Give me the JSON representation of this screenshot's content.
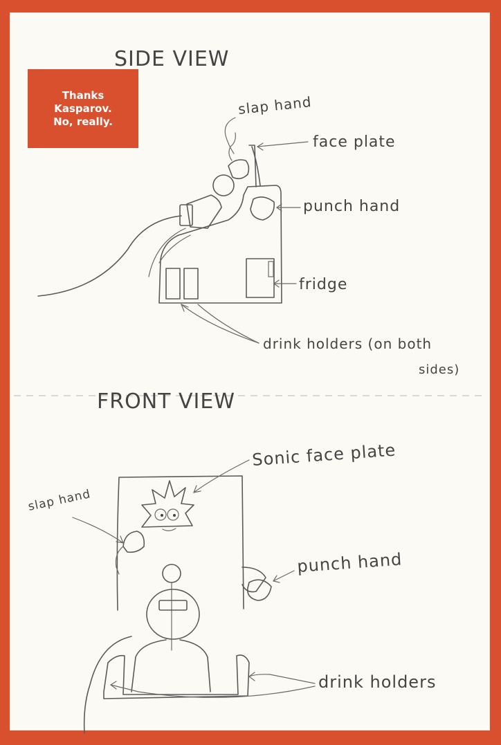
{
  "badge": {
    "line1": "Thanks",
    "line2": "Kasparov.",
    "line3": "No, really."
  },
  "side_view": {
    "title": "SIDE VIEW",
    "labels": {
      "slap_hand": "slap hand",
      "face_plate": "face plate",
      "punch_hand": "punch hand",
      "fridge": "fridge",
      "drink_holders_line1": "drink holders (on both",
      "drink_holders_line2": "sides)"
    }
  },
  "front_view": {
    "title": "FRONT VIEW",
    "labels": {
      "sonic_face_plate": "Sonic face plate",
      "slap_hand": "slap hand",
      "punch_hand": "punch hand",
      "drink_holders": "drink holders"
    }
  },
  "colors": {
    "border": "#d9502f",
    "paper": "#fbfaf4",
    "ink": "#5a5a5a"
  }
}
